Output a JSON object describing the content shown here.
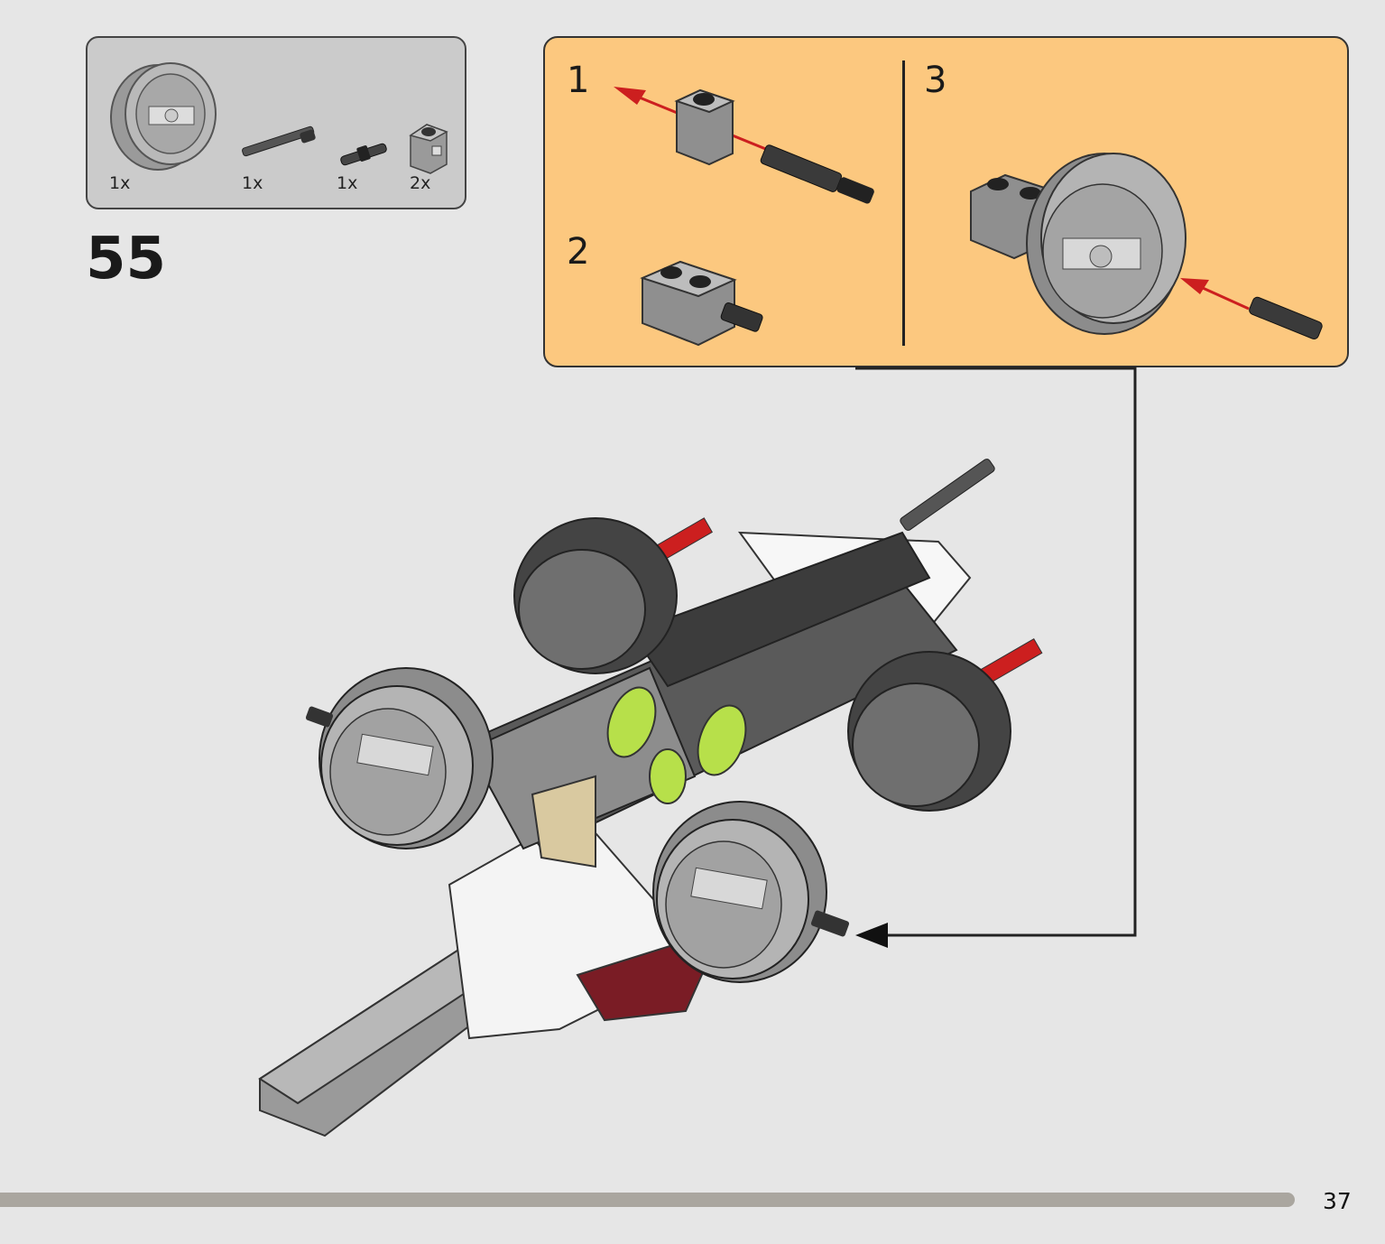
{
  "parts_list": {
    "items": [
      {
        "name": "wheel-rim",
        "quantity": "1x"
      },
      {
        "name": "axle-long",
        "quantity": "1x"
      },
      {
        "name": "pin-short",
        "quantity": "1x"
      },
      {
        "name": "brick-technic-cross",
        "quantity": "2x"
      }
    ]
  },
  "step": {
    "number": "55"
  },
  "substeps": [
    {
      "number": "1"
    },
    {
      "number": "2"
    },
    {
      "number": "3"
    }
  ],
  "page": {
    "number": "37",
    "progress_fraction": 0.935
  },
  "colors": {
    "background": "#e6e6e6",
    "parts_box": "#cbcbcb",
    "substep_box": "#fcc87f",
    "arrow_red": "#cc1f1f",
    "progress": "#aaa69f"
  }
}
